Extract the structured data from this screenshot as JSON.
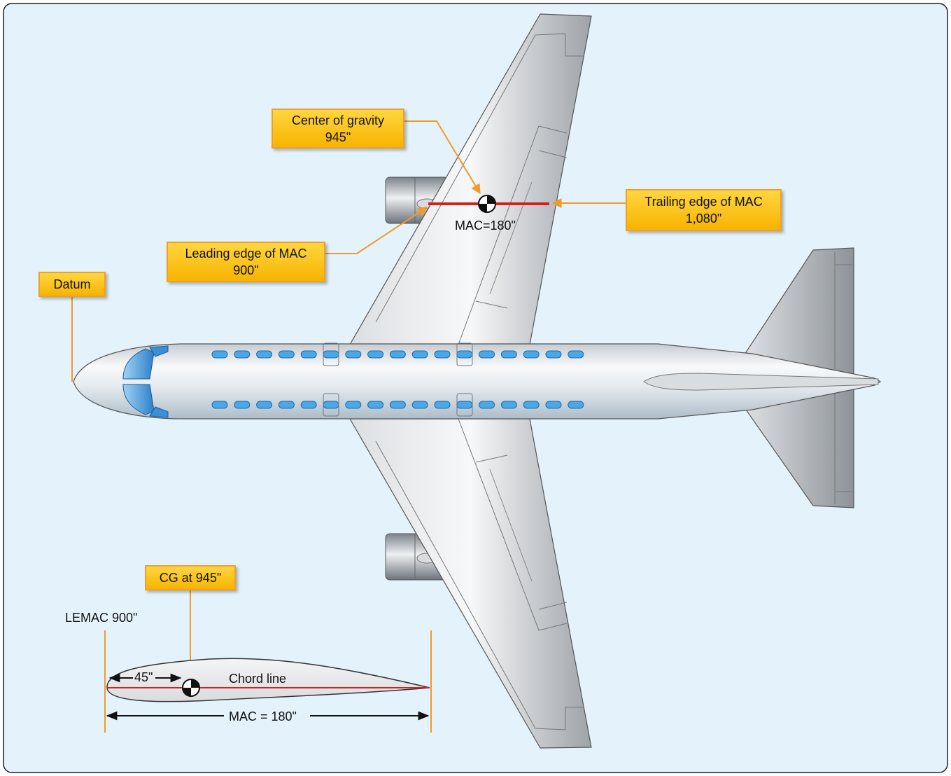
{
  "callouts": {
    "center_of_gravity": {
      "title": "Center of gravity",
      "value": "945\""
    },
    "trailing_edge": {
      "title": "Trailing edge of MAC",
      "value": "1,080\""
    },
    "leading_edge": {
      "title": "Leading edge of MAC",
      "value": "900\""
    },
    "datum": {
      "title": "Datum"
    },
    "cg_at": {
      "title": "CG at 945\""
    }
  },
  "labels": {
    "mac_on_wing": "MAC=180\"",
    "lemac": "LEMAC 900\"",
    "offset": "45\"",
    "chord_line": "Chord line",
    "mac_dimension": "MAC = 180\""
  },
  "colors": {
    "background": "#e4f3fb",
    "callout_fill": "#fbbf16",
    "leader": "#f29a28",
    "mac_line": "#d42020",
    "window": "#4aa8e6"
  }
}
